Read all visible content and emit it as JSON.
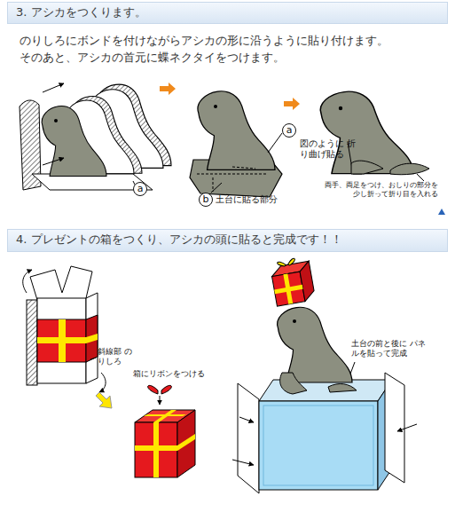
{
  "diagram": {
    "nodes": [
      {
        "text": [
          "3. アシカをつくります。"
        ]
      },
      {
        "text": [
          "a"
        ]
      },
      {
        "text": [
          "a"
        ]
      },
      {
        "text": [
          "b"
        ]
      },
      {
        "text": [
          "4. プレゼントの箱をつくり、アシカの頭に貼ると完成です！！"
        ]
      }
    ],
    "labels": [
      "のりしろにボンドを付けながらアシカの形に沿うように貼り付けます。",
      "そのあと、アシカの首元に蝶ネクタイをつけます。",
      "図のように 折り曲げ貼る",
      "土台に貼る部分",
      "両手、両足をつけ、おしりの部分を 少し折って折り目を入れる",
      "斜線部 のりしろ",
      "箱にリボンをつける",
      "土台の前と後に パネルを貼って完成"
    ]
  }
}
